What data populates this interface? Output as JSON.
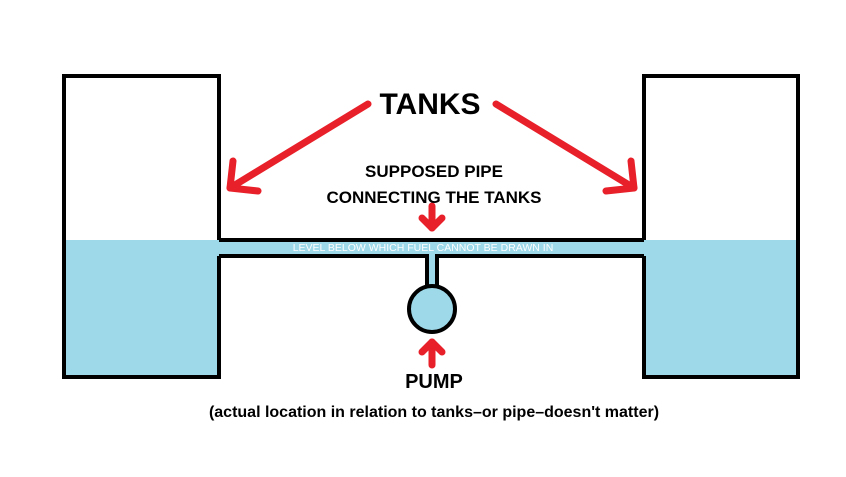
{
  "labels": {
    "tanks": "TANKS",
    "pipe_line1": "SUPPOSED PIPE",
    "pipe_line2": "CONNECTING THE TANKS",
    "level": "LEVEL BELOW WHICH FUEL CANNOT BE DRAWN IN",
    "pump": "PUMP",
    "note": "(actual location in relation to tanks–or pipe–doesn't matter)"
  },
  "colors": {
    "fuel": "#9ed9ea",
    "outline": "#000000",
    "arrow": "#e8202a",
    "level_text": "#ffffff",
    "background": "#ffffff"
  }
}
